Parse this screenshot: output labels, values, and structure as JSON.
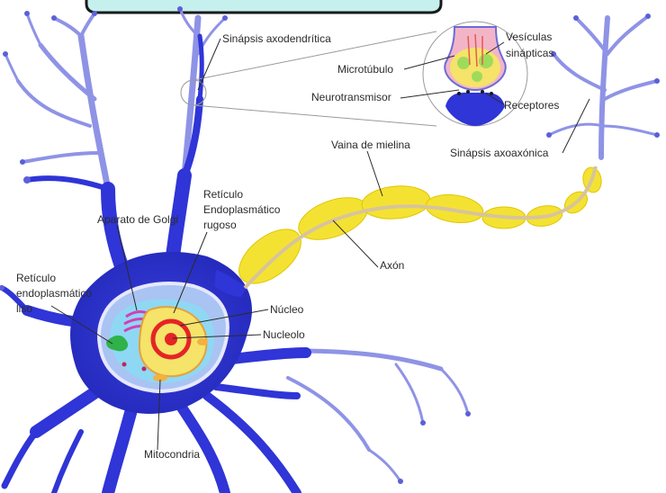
{
  "colors": {
    "neuron_blue": "#2f35d6",
    "dendrite_light": "#8f93e6",
    "myelin_yellow": "#f4e233",
    "axon_core": "#d7c49a",
    "nucleus_red": "#e42525",
    "golgi_pink": "#d43fb8",
    "cytoplasm_cyan": "#8fd8f4",
    "title_box_fill": "#c6f0ee"
  },
  "labels": {
    "sinapsis_axodendritica": "Sinápsis axodendrítica",
    "microtubulo": "Microtúbulo",
    "vesiculas_1": "Vesículas",
    "vesiculas_2": "sinápticas",
    "neurotransmisor": "Neurotransmisor",
    "receptores": "Receptores",
    "vaina_mielina": "Vaina de mielina",
    "sinapsis_axoaxonica": "Sinápsis axoaxónica",
    "reticulo_rugoso_1": "Retículo",
    "reticulo_rugoso_2": "Endoplasmático",
    "reticulo_rugoso_3": "rugoso",
    "aparato_golgi": "Aparato de Golgi",
    "reticulo_liso_1": "Retículo",
    "reticulo_liso_2": "endoplasmático",
    "reticulo_liso_3": "liso",
    "axon": "Axón",
    "nucleo": "Núcleo",
    "nucleolo": "Nucleolo",
    "mitocondria": "Mitocondria"
  }
}
